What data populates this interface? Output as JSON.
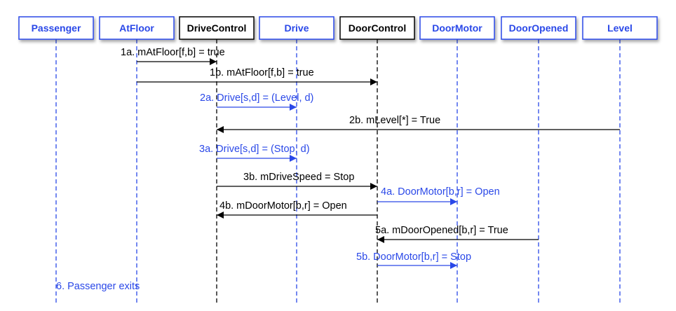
{
  "colors": {
    "blue": "#2a48e8",
    "black": "#000000",
    "box_fill": "#ffffff"
  },
  "participants": [
    {
      "id": "passenger",
      "label": "Passenger",
      "style": "blue"
    },
    {
      "id": "atfloor",
      "label": "AtFloor",
      "style": "blue"
    },
    {
      "id": "drivecontrol",
      "label": "DriveControl",
      "style": "black"
    },
    {
      "id": "drive",
      "label": "Drive",
      "style": "blue"
    },
    {
      "id": "doorcontrol",
      "label": "DoorControl",
      "style": "black"
    },
    {
      "id": "doormotor",
      "label": "DoorMotor",
      "style": "blue"
    },
    {
      "id": "dooropened",
      "label": "DoorOpened",
      "style": "blue"
    },
    {
      "id": "level",
      "label": "Level",
      "style": "blue"
    }
  ],
  "messages": [
    {
      "id": "1a",
      "label": "1a. mAtFloor[f,b] = true",
      "from": "atfloor",
      "to": "drivecontrol",
      "style": "black"
    },
    {
      "id": "1b",
      "label": "1b. mAtFloor[f,b] = true",
      "from": "atfloor",
      "to": "doorcontrol",
      "style": "black"
    },
    {
      "id": "2a",
      "label": "2a. Drive[s,d] = (Level, d)",
      "from": "drivecontrol",
      "to": "drive",
      "style": "blue"
    },
    {
      "id": "2b",
      "label": "2b. mLevel[*] = True",
      "from": "level",
      "to": "drivecontrol",
      "style": "black"
    },
    {
      "id": "3a",
      "label": "3a. Drive[s,d] = (Stop, d)",
      "from": "drivecontrol",
      "to": "drive",
      "style": "blue"
    },
    {
      "id": "3b",
      "label": "3b. mDriveSpeed = Stop",
      "from": "drivecontrol",
      "to": "doorcontrol",
      "style": "black"
    },
    {
      "id": "4a",
      "label": "4a. DoorMotor[b,r] = Open",
      "from": "doorcontrol",
      "to": "doormotor",
      "style": "blue"
    },
    {
      "id": "4b",
      "label": "4b. mDoorMotor[b,r] = Open",
      "from": "doorcontrol",
      "to": "drivecontrol",
      "style": "black"
    },
    {
      "id": "5a",
      "label": "5a. mDoorOpened[b,r] = True",
      "from": "dooropened",
      "to": "doorcontrol",
      "style": "black"
    },
    {
      "id": "5b",
      "label": "5b. DoorMotor[b,r] = Stop",
      "from": "doorcontrol",
      "to": "doormotor",
      "style": "blue"
    }
  ],
  "notes": [
    {
      "id": "6",
      "label": "6. Passenger exits",
      "participant": "passenger",
      "style": "blue"
    }
  ]
}
